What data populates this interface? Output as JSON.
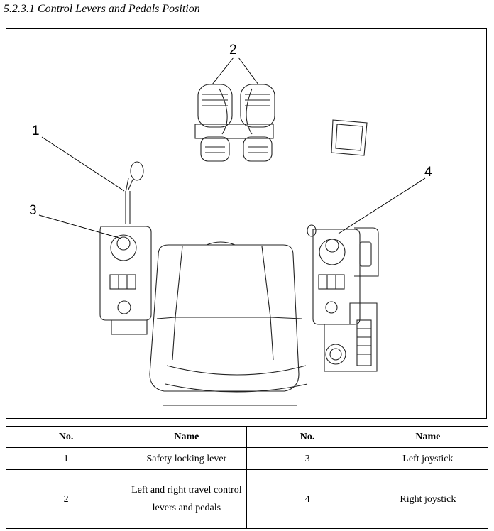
{
  "section": {
    "title": "5.2.3.1 Control Levers and Pedals Position"
  },
  "figure": {
    "callouts": [
      "1",
      "2",
      "3",
      "4"
    ]
  },
  "legend_table": {
    "headers": [
      "No.",
      "Name",
      "No.",
      "Name"
    ],
    "rows": [
      {
        "no_left": "1",
        "name_left": "Safety locking lever",
        "no_right": "3",
        "name_right": "Left joystick"
      },
      {
        "no_left": "2",
        "name_left": "Left and right travel control levers and pedals",
        "no_right": "4",
        "name_right": "Right joystick"
      }
    ]
  }
}
